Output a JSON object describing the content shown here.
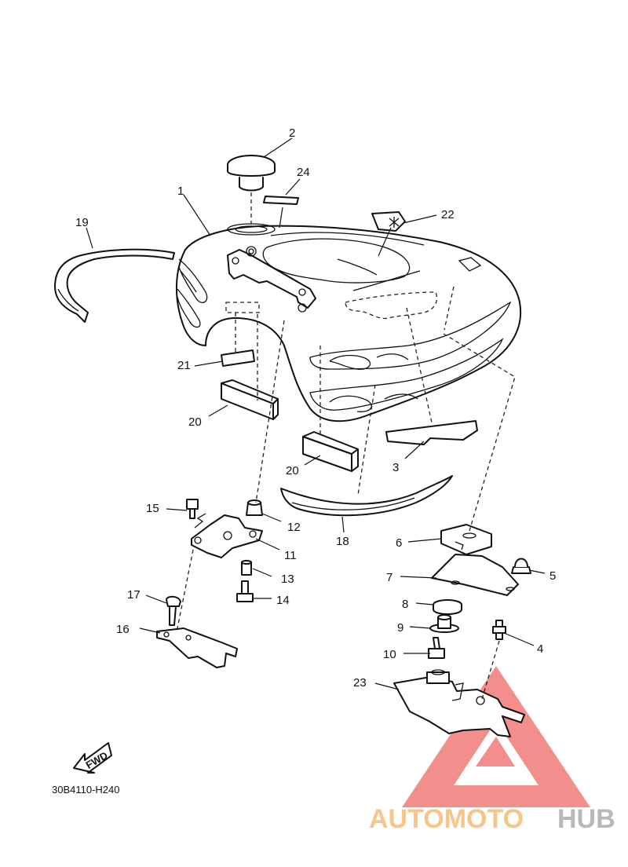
{
  "diagram_code": "30B4110-H240",
  "fwd_label": "FWD",
  "watermark": {
    "part1": "AUTOMOTO",
    "part2": "HUB",
    "color1": "#f2a03a",
    "color2": "#8a8a8a",
    "logo_color": "#e8322d"
  },
  "callouts": [
    "1",
    "2",
    "3",
    "4",
    "5",
    "6",
    "7",
    "8",
    "9",
    "10",
    "11",
    "12",
    "13",
    "14",
    "15",
    "16",
    "17",
    "18",
    "19",
    "20",
    "20",
    "21",
    "22",
    "23",
    "24"
  ]
}
